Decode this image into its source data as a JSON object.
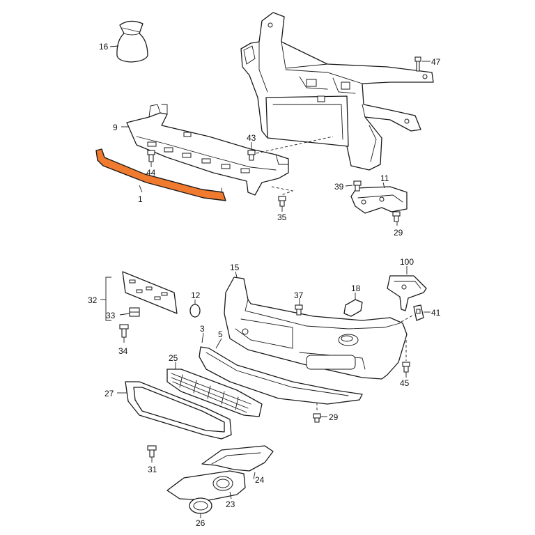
{
  "colors": {
    "highlight": "#f07a2e",
    "line": "#1a1a1a",
    "background": "#ffffff"
  },
  "labels": {
    "p1": "1",
    "p3": "3",
    "p5": "5",
    "p9": "9",
    "p11": "11",
    "p12": "12",
    "p15": "15",
    "p16": "16",
    "p18": "18",
    "p23": "23",
    "p24": "24",
    "p25": "25",
    "p26": "26",
    "p27": "27",
    "p29a": "29",
    "p29b": "29",
    "p31": "31",
    "p32": "32",
    "p33": "33",
    "p34": "34",
    "p35": "35",
    "p37": "37",
    "p39": "39",
    "p41": "41",
    "p43": "43",
    "p44": "44",
    "p45": "45",
    "p47": "47",
    "p100": "100"
  }
}
